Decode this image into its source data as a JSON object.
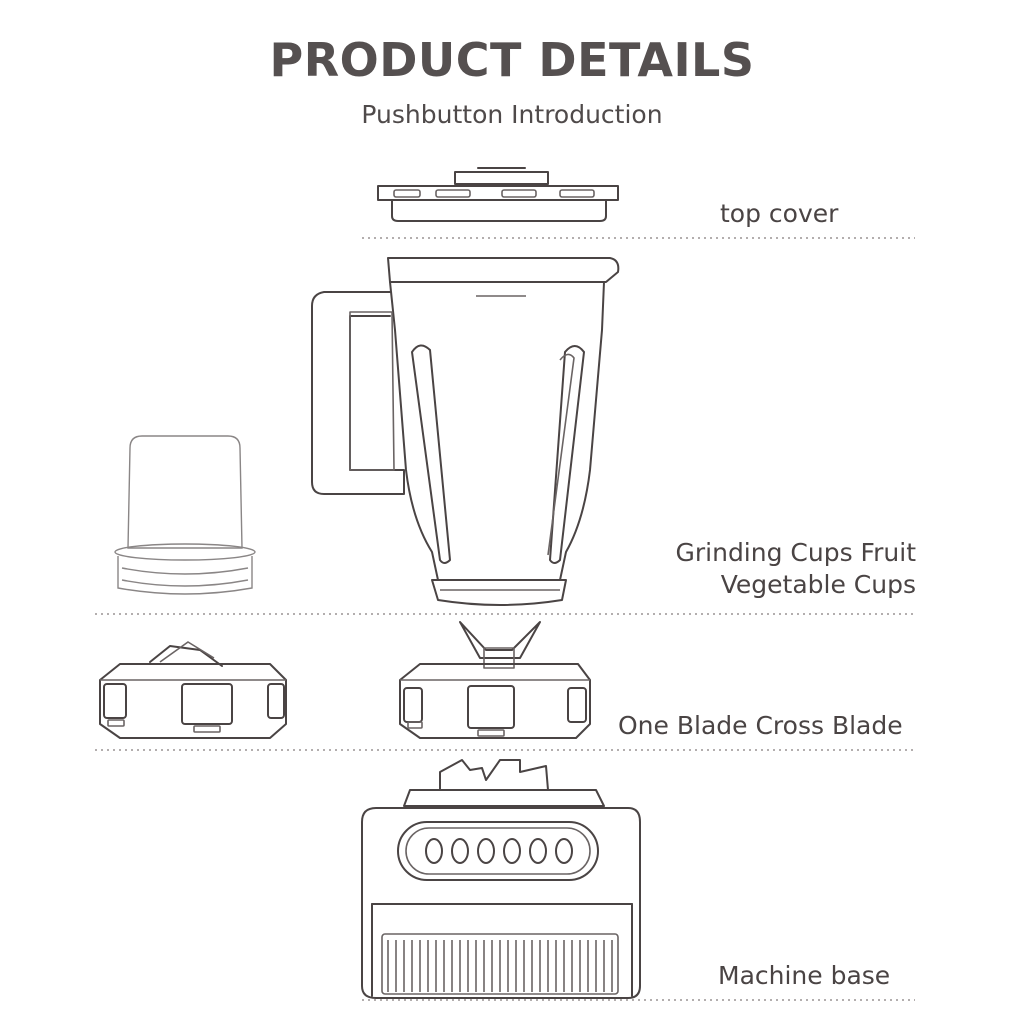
{
  "header": {
    "title": "PRODUCT DETAILS",
    "subtitle": "Pushbutton Introduction"
  },
  "labels": {
    "top_cover": "top cover",
    "cups_line1": "Grinding Cups Fruit",
    "cups_line2": "Vegetable Cups",
    "blade": "One Blade Cross Blade",
    "base": "Machine base"
  }
}
